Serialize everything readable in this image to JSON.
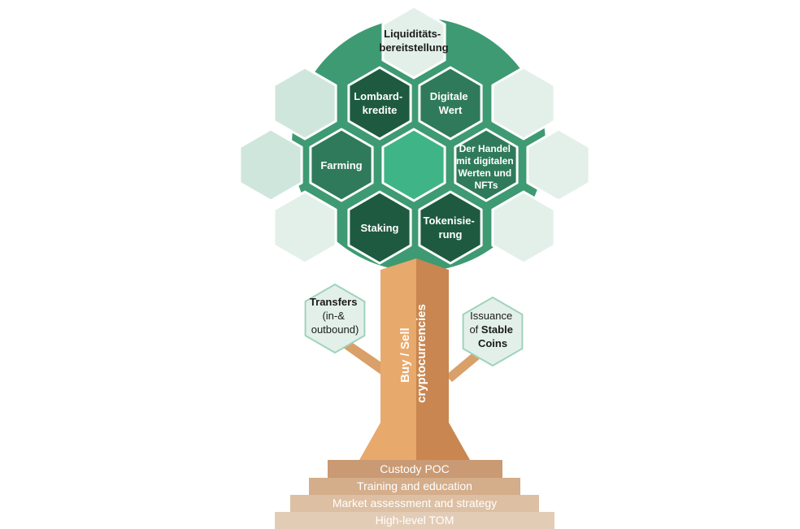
{
  "colors": {
    "canopy": "#3e9a72",
    "hex_light": "#cfe6dc",
    "hex_pale": "#e3f0ea",
    "hex_mid": "#2f7a5a",
    "hex_dark": "#1e5a40",
    "hex_center": "#3fb487",
    "hex_stroke": "#ffffff",
    "trunk_left": "#e8a96c",
    "trunk_right": "#c98650",
    "branch": "#d9a06a",
    "step_1": "#c99a73",
    "step_2": "#d4ad8a",
    "step_3": "#ddbfa3",
    "step_4": "#e3ccb6",
    "text_dark": "#1a1a1a",
    "text_light": "#ffffff"
  },
  "top_hex": {
    "lines": [
      "Liquiditäts-",
      "bereitstellung"
    ]
  },
  "inner_hexes": {
    "lombard": {
      "lines": [
        "Lombard-",
        "kredite"
      ]
    },
    "digitale": {
      "lines": [
        "Digitale",
        "Wert"
      ]
    },
    "farming": {
      "lines": [
        "Farming"
      ]
    },
    "handel": {
      "lines": [
        "Der Handel",
        "mit digitalen",
        "Werten und",
        "NFTs"
      ]
    },
    "staking": {
      "lines": [
        "Staking"
      ]
    },
    "tokenisierung": {
      "lines": [
        "Tokenisie-",
        "rung"
      ]
    }
  },
  "side_hexes": {
    "transfers": {
      "bold": "Transfers",
      "rest": [
        "(in-&",
        "outbound)"
      ]
    },
    "issuance": {
      "pre": [
        "Issuance",
        "of "
      ],
      "bold": [
        "Stable",
        "Coins"
      ]
    }
  },
  "trunk": {
    "line1": "Buy / Sell",
    "line2": "cryptocurrencies"
  },
  "steps": [
    {
      "label": "Custody POC"
    },
    {
      "label": "Training and education"
    },
    {
      "label": "Market assessment and strategy"
    },
    {
      "label": "High-level TOM"
    }
  ]
}
